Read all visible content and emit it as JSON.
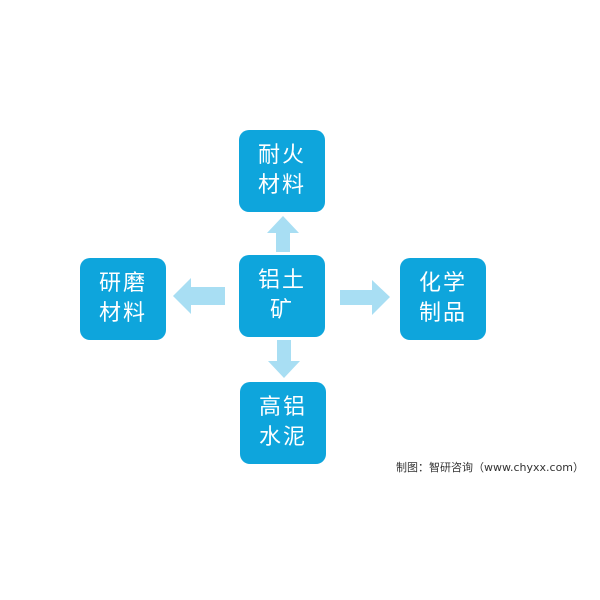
{
  "colors": {
    "box_fill": "#0ea5dc",
    "arrow_fill": "#a8def3",
    "box_text": "#ffffff"
  },
  "nodes": {
    "top": {
      "line1": "耐火",
      "line2": "材料"
    },
    "center": {
      "line1": "铝土",
      "line2": "矿"
    },
    "left": {
      "line1": "研磨",
      "line2": "材料"
    },
    "right": {
      "line1": "化学",
      "line2": "制品"
    },
    "bottom": {
      "line1": "高铝",
      "line2": "水泥"
    }
  },
  "source": "制图：智研咨询（www.chyxx.com）"
}
